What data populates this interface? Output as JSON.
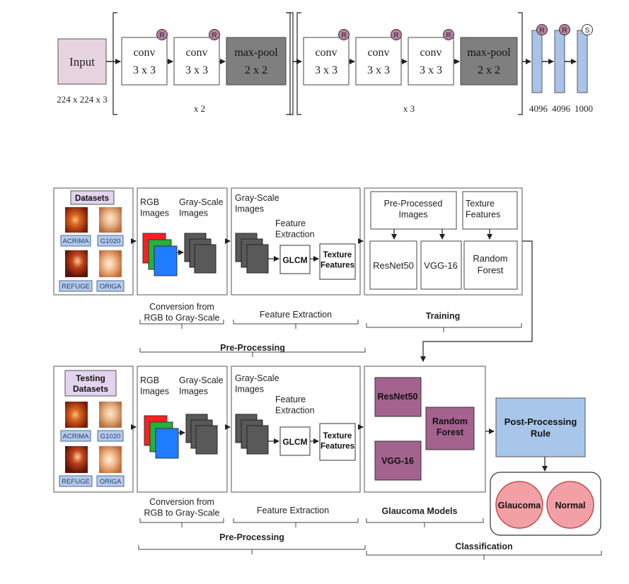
{
  "vgg": {
    "input_label": "Input",
    "input_size": "224 x 224 x 3",
    "conv_label": "conv",
    "conv_kernel": "3 x 3",
    "pool_label": "max-pool",
    "pool_kernel": "2 x 2",
    "relu_badge": "R",
    "softmax_badge": "S",
    "repeat_1": "x 2",
    "repeat_2": "x 3",
    "fc_1": "4096",
    "fc_2": "4096",
    "fc_3": "1000"
  },
  "pipeline": {
    "train": {
      "datasets_title": "Datasets",
      "datasets": [
        "ACRIMA",
        "G1020",
        "REFUGE",
        "ORIGA"
      ],
      "rgb_label": "RGB\nImages",
      "gray_label": "Gray-Scale\nImages",
      "conversion_caption": "Conversion from\nRGB to Gray-Scale",
      "fe_gray_label": "Gray-Scale\nImages",
      "fe_feature_label": "Feature\nExtraction",
      "glcm": "GLCM",
      "texture_features": "Texture\nFeatures",
      "fe_caption": "Feature Extraction",
      "preprocessed_images": "Pre-Processed\nImages",
      "texture_features_plain": "Texture\nFeatures",
      "resnet": "ResNet50",
      "vgg": "VGG-16",
      "random_forest": "Random\nForest",
      "training_caption": "Training",
      "preprocessing_caption": "Pre-Processing"
    },
    "test": {
      "datasets_title": "Testing\nDatasets",
      "datasets": [
        "ACRIMA",
        "G1020",
        "REFUGE",
        "ORIGA"
      ],
      "rgb_label": "RGB\nImages",
      "gray_label": "Gray-Scale\nImages",
      "conversion_caption": "Conversion from\nRGB to Gray-Scale",
      "fe_gray_label": "Gray-Scale\nImages",
      "fe_feature_label": "Feature\nExtraction",
      "glcm": "GLCM",
      "texture_features": "Texture\nFeatures",
      "fe_caption": "Feature Extraction",
      "resnet": "ResNet50",
      "vgg": "VGG-16",
      "random_forest": "Random\nForest",
      "models_caption": "Glaucoma Models",
      "preprocessing_caption": "Pre-Processing",
      "post_processing": "Post-Processing\nRule",
      "glaucoma": "Glaucoma",
      "normal": "Normal",
      "classification_caption": "Classification"
    }
  },
  "colors": {
    "input_fill": "#e8d3e0",
    "pool_fill": "#7f7f7f",
    "relu_fill": "#b9829f",
    "fc_fill": "#a9c4e8",
    "dataset_tag_fill": "#b7cbe8",
    "datasets_title_fill": "#e2d3ee",
    "model_fill": "#a3638e",
    "post_fill": "#a8c6ea",
    "outcome_fill": "#f2a0a5",
    "outcome_stroke": "#c0504d",
    "gray_tile": "#595959",
    "rgb_red": "#ff2020",
    "rgb_green": "#21b33b",
    "rgb_blue": "#1e7cff"
  }
}
